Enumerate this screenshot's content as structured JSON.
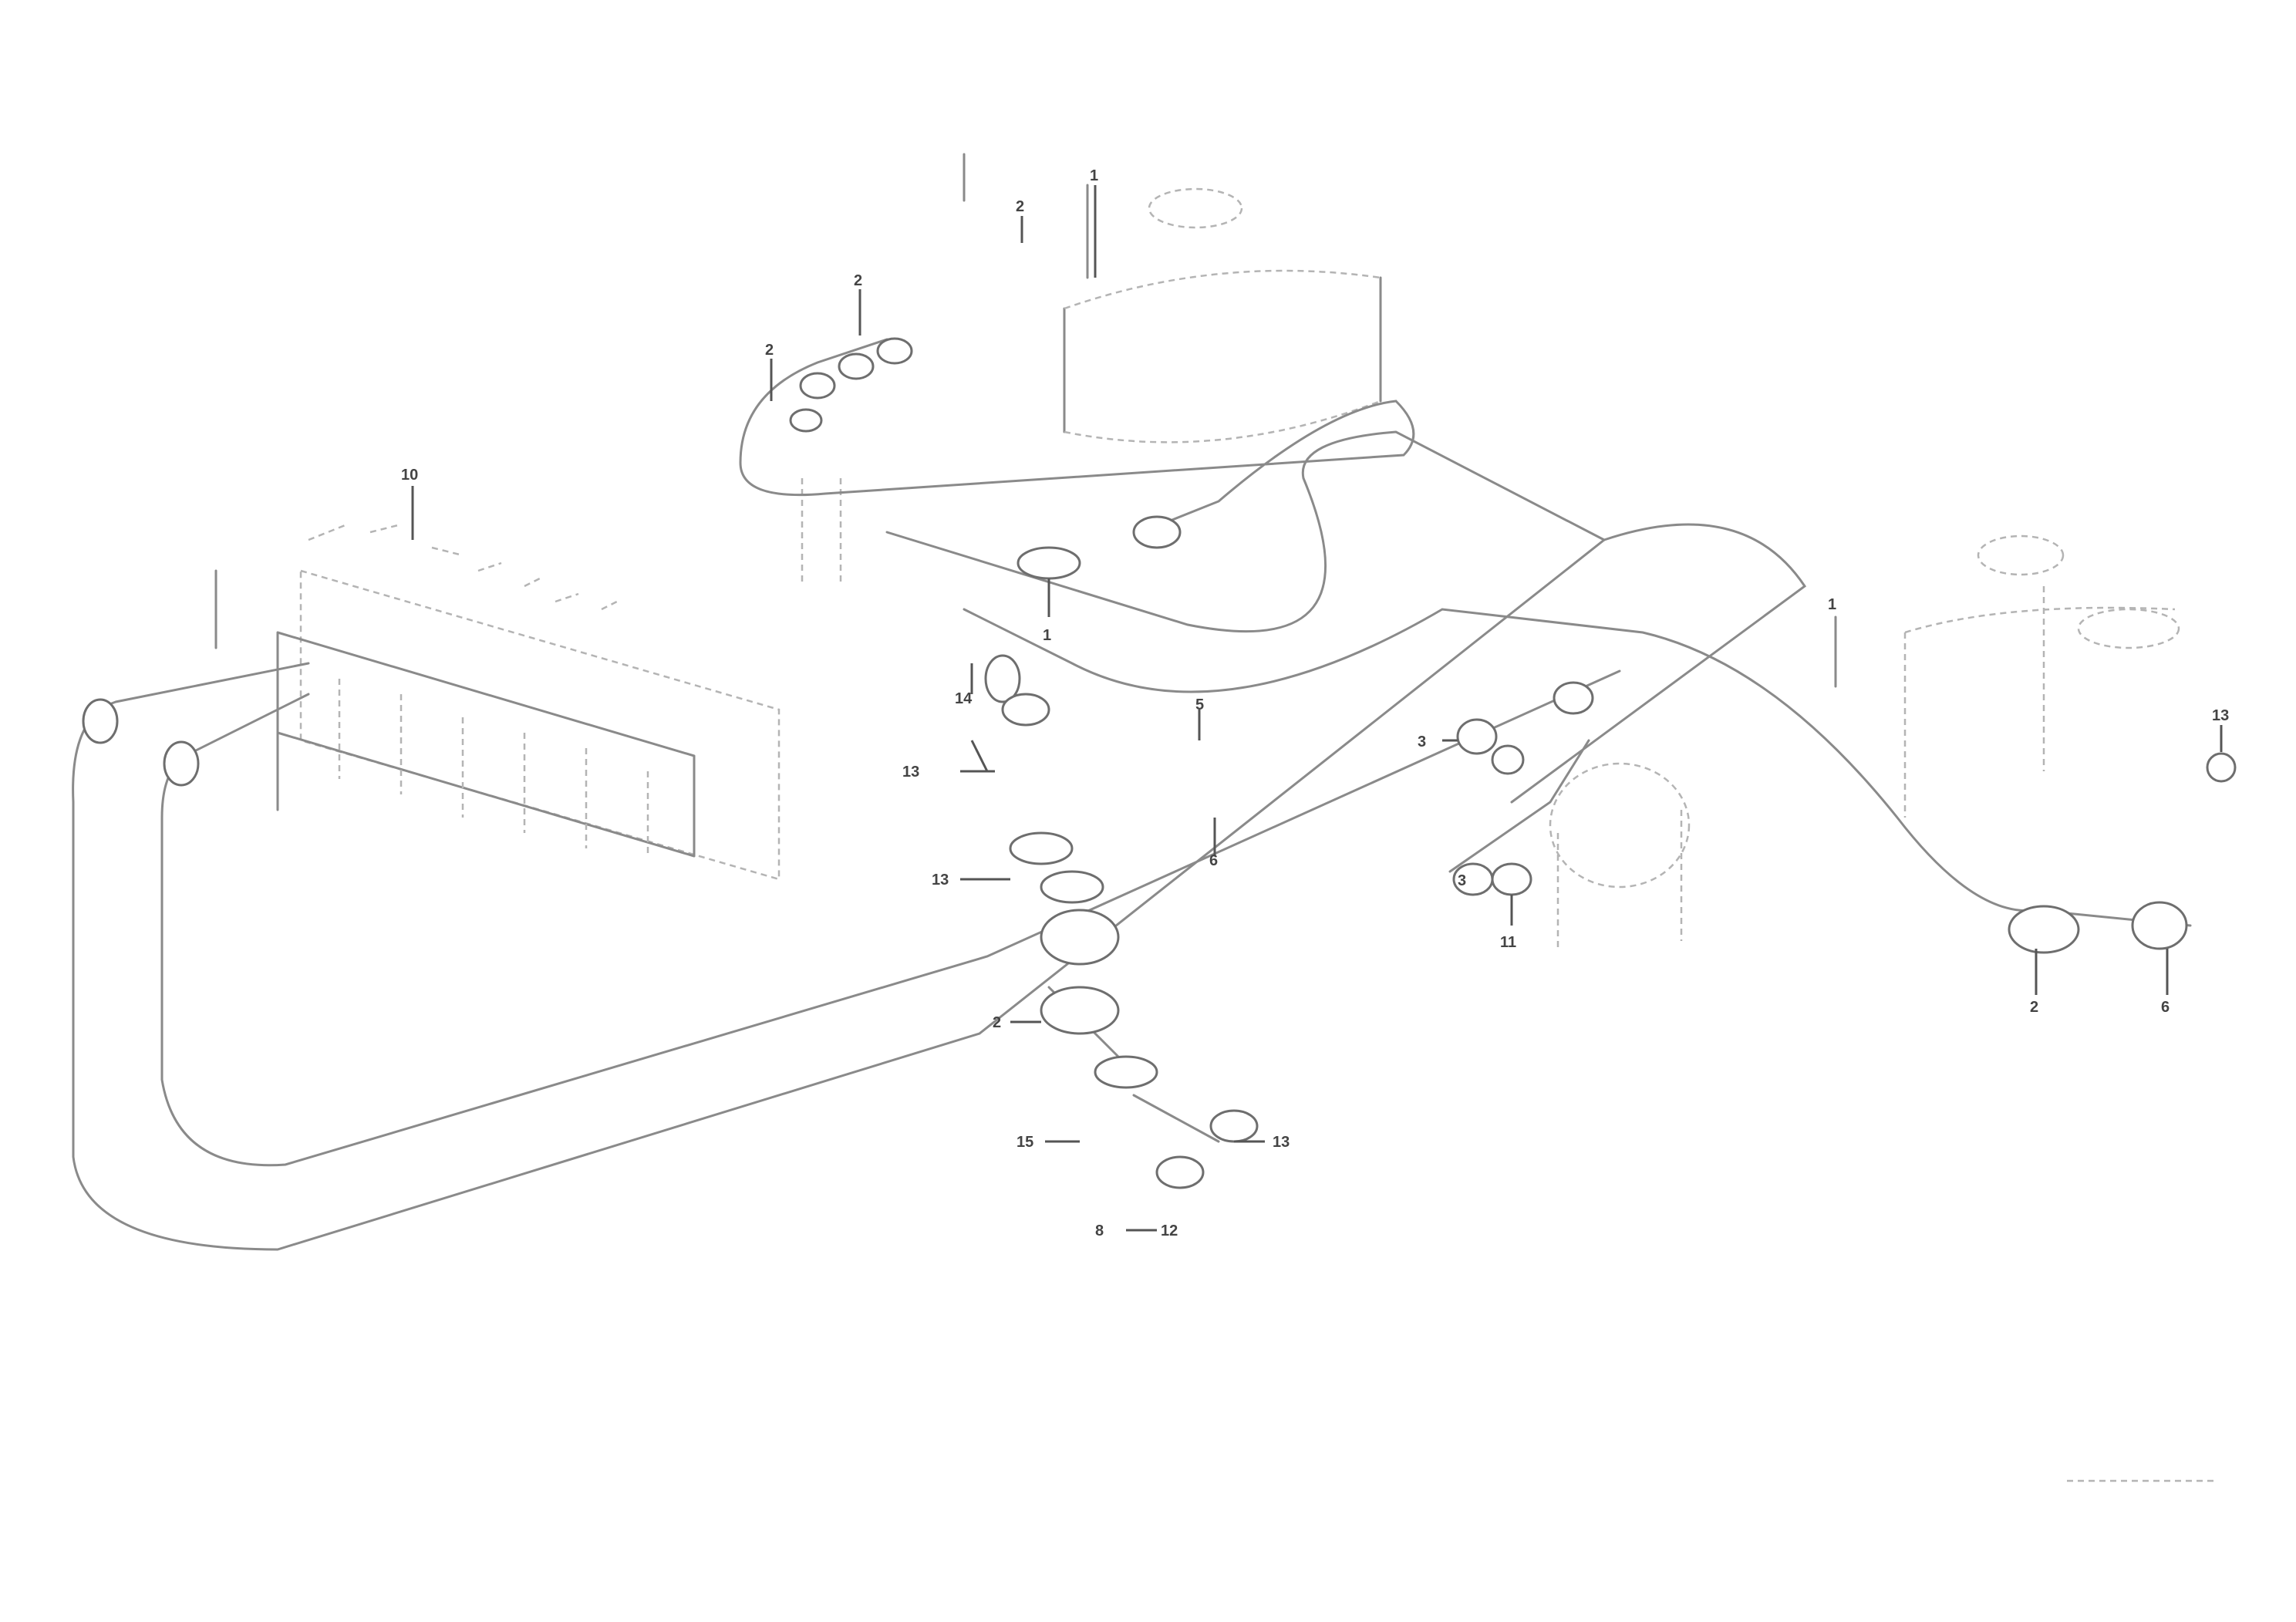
{
  "diagram": {
    "callouts": [
      "2",
      "1",
      "2",
      "2",
      "10",
      "1",
      "5",
      "14",
      "13",
      "13",
      "2",
      "6",
      "1",
      "3",
      "3",
      "11",
      "13",
      "2",
      "6",
      "15",
      "13",
      "8",
      "12"
    ],
    "reference": {
      "line1": "",
      "line2": "",
      "line3": ""
    }
  }
}
